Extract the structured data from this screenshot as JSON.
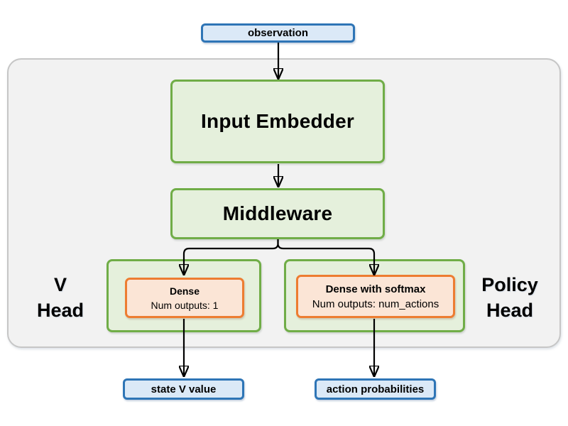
{
  "nodes": {
    "observation": {
      "label": "observation"
    },
    "input_embedder": {
      "label": "Input Embedder"
    },
    "middleware": {
      "label": "Middleware"
    },
    "v_head": {
      "line1": "V",
      "line2": "Head"
    },
    "policy_head": {
      "line1": "Policy",
      "line2": "Head"
    },
    "v_dense": {
      "title": "Dense",
      "subtitle": "Num outputs: 1"
    },
    "policy_dense": {
      "title": "Dense with softmax",
      "subtitle": "Num outputs: num_actions"
    },
    "state_v_value": {
      "label": "state V value"
    },
    "action_probabilities": {
      "label": "action probabilities"
    }
  },
  "edges": [
    {
      "from": "observation",
      "to": "input_embedder"
    },
    {
      "from": "input_embedder",
      "to": "middleware"
    },
    {
      "from": "middleware",
      "to": "v_dense"
    },
    {
      "from": "middleware",
      "to": "policy_dense"
    },
    {
      "from": "v_dense",
      "to": "state_v_value"
    },
    {
      "from": "policy_dense",
      "to": "action_probabilities"
    }
  ],
  "colors": {
    "green_border": "#70AD47",
    "green_fill": "#E5F0DC",
    "orange_border": "#ED7D31",
    "orange_fill": "#FBE5D6",
    "blue_border": "#2E75B6",
    "blue_fill": "#DBE9F7",
    "container_fill": "#F2F2F2",
    "container_border": "#C6C6C6",
    "arrow": "#000000",
    "text": "#000000"
  }
}
